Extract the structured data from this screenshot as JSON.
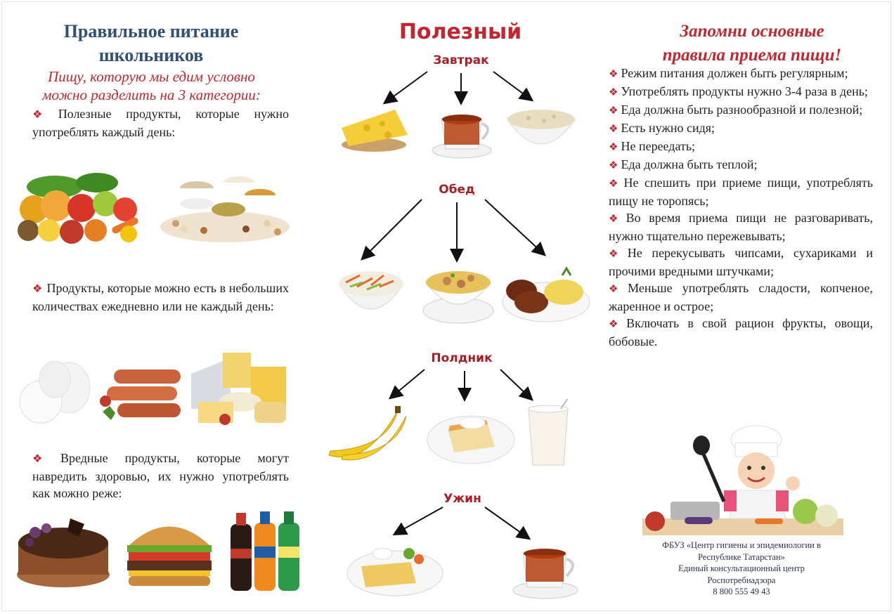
{
  "left": {
    "title_line1": "Правильное питание",
    "title_line2": "школьников",
    "subtitle_line1": "Пищу, которую мы едим условно",
    "subtitle_line2": "можно разделить на 3 категории:",
    "categories": [
      {
        "text": "Полезные продукты, которые нужно употреблять каждый день:"
      },
      {
        "text": "Продукты, которые можно есть в небольших количествах ежедневно или не каждый день:"
      },
      {
        "text": "Вредные продукты, которые могут навредить здоровью, их нужно употреблять как можно реже:"
      }
    ]
  },
  "middle": {
    "title": "Полезный",
    "meals": [
      {
        "name": "Завтрак"
      },
      {
        "name": "Обед"
      },
      {
        "name": "Полдник"
      },
      {
        "name": "Ужин"
      }
    ]
  },
  "right": {
    "title_line1": "Запомни основные",
    "title_line2": "правила приема пищи!",
    "rules": [
      "Режим питания должен быть регулярным;",
      "Употреблять продукты нужно 3-4 раза в день;",
      "Еда должна быть разнообразной и полезной;",
      "Есть нужно сидя;",
      "Не переедать;",
      "Еда должна быть теплой;",
      "Не спешить при приеме пищи, употреблять пищу не торопясь;",
      "Во время приема пищи не разговаривать, нужно тщательно пережевывать;",
      "Не перекусывать чипсами, сухариками и прочими вредными штучками;",
      "Меньше употреблять сладости, копченое, жаренное и острое;",
      "Включать в свой рацион фрукты, овощи, бобовые."
    ],
    "footer": {
      "line1": "ФБУЗ «Центр гигиены и эпидемиологии в",
      "line2": "Республике Татарстан»",
      "line3": "Единый консультационный центр",
      "line4": "Роспотребнадзора",
      "line5": "8 800 555 49 43"
    }
  },
  "icons": {
    "bullet": "❖"
  },
  "colors": {
    "title_blue": "#2f4f75",
    "accent_red": "#c3262e"
  }
}
